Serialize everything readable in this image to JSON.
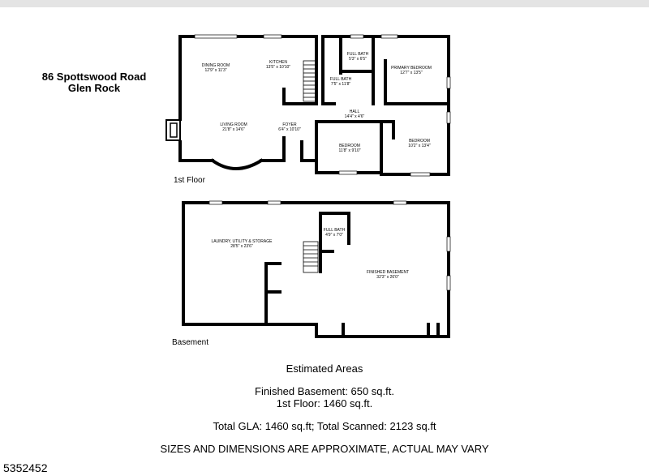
{
  "header": {
    "address_line1": "86 Spottswood Road",
    "address_line2": "Glen Rock"
  },
  "first_floor": {
    "label": "1st Floor",
    "rooms": [
      {
        "name": "DINING ROOM",
        "dims": "12'9\" x 11'3\""
      },
      {
        "name": "KITCHEN",
        "dims": "13'5\" x 10'10\""
      },
      {
        "name": "FULL BATH",
        "dims": "5'3\" x 6'5\""
      },
      {
        "name": "PRIMARY BEDROOM",
        "dims": "12'7\" x 13'5\""
      },
      {
        "name": "FULL BATH",
        "dims": "7'5\" x 11'8\""
      },
      {
        "name": "HALL",
        "dims": "14'4\" x 4'6\""
      },
      {
        "name": "LIVING ROOM",
        "dims": "21'8\" x 14'6\""
      },
      {
        "name": "FOYER",
        "dims": "6'4\" x 10'10\""
      },
      {
        "name": "BEDROOM",
        "dims": "11'8\" x 9'10\""
      },
      {
        "name": "BEDROOM",
        "dims": "10'2\" x 13'4\""
      }
    ]
  },
  "basement": {
    "label": "Basement",
    "rooms": [
      {
        "name": "LAUNDRY, UTILITY & STORAGE",
        "dims": "28'5\" x 23'6\""
      },
      {
        "name": "FULL BATH",
        "dims": "4'9\" x 7'0\""
      },
      {
        "name": "FINISHED BASEMENT",
        "dims": "32'3\" x 26'0\""
      }
    ]
  },
  "areas": {
    "title": "Estimated Areas",
    "finished_basement": "Finished Basement: 650 sq.ft.",
    "first_floor": "1st Floor: 1460 sq.ft.",
    "totals": "Total GLA: 1460 sq.ft; Total Scanned: 2123 sq.ft"
  },
  "disclaimer": "SIZES AND DIMENSIONS ARE APPROXIMATE, ACTUAL MAY VARY",
  "listing_number": "5352452"
}
